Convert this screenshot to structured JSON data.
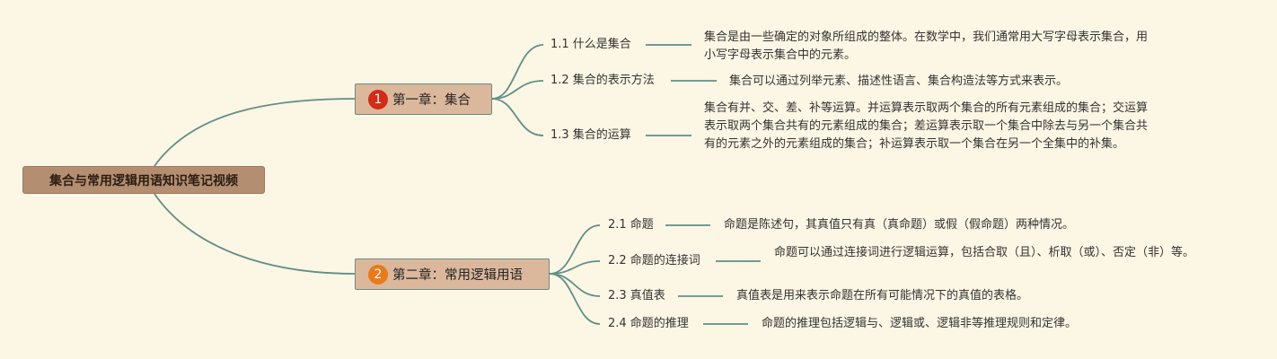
{
  "colors": {
    "background": "#fcf6e4",
    "line": "#5f8f88",
    "root_fill": "#b48e70",
    "chapter_fill": "#dbb89c",
    "badge1": "#d42a16",
    "badge2": "#e87a1a"
  },
  "root": {
    "label": "集合与常用逻辑用语知识笔记视频"
  },
  "chapters": [
    {
      "number": "1",
      "label": "第一章：集合",
      "topics": [
        {
          "label": "1.1 什么是集合",
          "desc": "集合是由一些确定的对象所组成的整体。在数学中，我们通常用大写字母表示集合，用小写字母表示集合中的元素。"
        },
        {
          "label": "1.2 集合的表示方法",
          "desc": "集合可以通过列举元素、描述性语言、集合构造法等方式来表示。"
        },
        {
          "label": "1.3 集合的运算",
          "desc": "集合有并、交、差、补等运算。并运算表示取两个集合的所有元素组成的集合；交运算表示取两个集合共有的元素组成的集合；差运算表示取一个集合中除去与另一个集合共有的元素之外的元素组成的集合；补运算表示取一个集合在另一个全集中的补集。"
        }
      ]
    },
    {
      "number": "2",
      "label": "第二章：常用逻辑用语",
      "topics": [
        {
          "label": "2.1 命题",
          "desc": "命题是陈述句，其真值只有真（真命题）或假（假命题）两种情况。"
        },
        {
          "label": "2.2 命题的连接词",
          "desc": "命题可以通过连接词进行逻辑运算，包括合取（且）、析取（或）、否定（非）等。"
        },
        {
          "label": "2.3 真值表",
          "desc": "真值表是用来表示命题在所有可能情况下的真值的表格。"
        },
        {
          "label": "2.4 命题的推理",
          "desc": "命题的推理包括逻辑与、逻辑或、逻辑非等推理规则和定律。"
        }
      ]
    }
  ]
}
